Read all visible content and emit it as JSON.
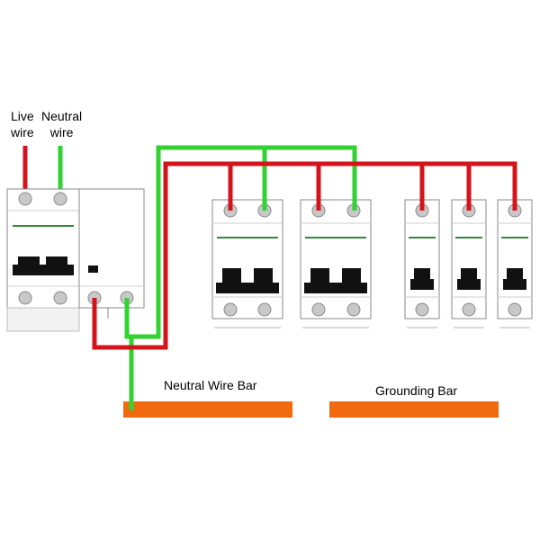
{
  "labels": {
    "live_line1": "Live",
    "live_line2": "wire",
    "neutral_line1": "Neutral",
    "neutral_line2": "wire",
    "neutral_bar": "Neutral Wire Bar",
    "grounding_bar": "Grounding Bar"
  },
  "colors": {
    "live": "#d4141b",
    "neutral": "#32d232",
    "bar": "#f26a10",
    "breaker_body": "#ffffff",
    "breaker_outline": "#8a8a8a",
    "handle": "#111111",
    "stripe": "#2e8b3c"
  },
  "components": {
    "main_breaker": {
      "poles": 2
    },
    "rcd": {
      "poles": 2
    },
    "double_pole_breakers": 2,
    "single_pole_breakers": 3
  }
}
